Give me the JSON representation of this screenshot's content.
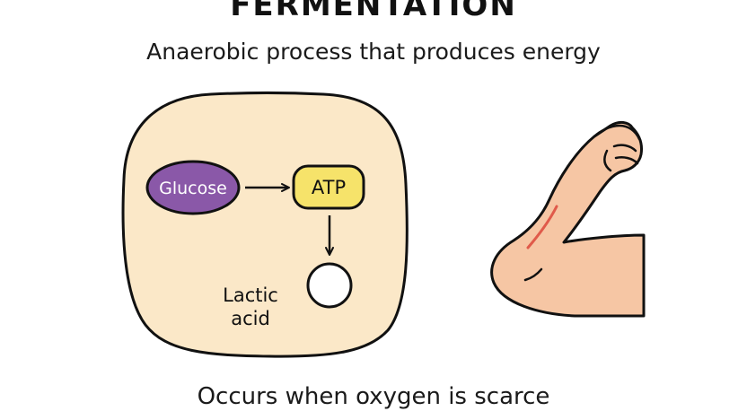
{
  "title": "FERMENTATION",
  "subtitle": "Anaerobic process that produces energy",
  "diagram": {
    "glucose_label": "Glucose",
    "atp_label": "ATP",
    "lactic_acid_line1": "Lactic",
    "lactic_acid_line2": "acid"
  },
  "footer": "Occurs when oxygen is scarce",
  "colors": {
    "cell_fill": "#fbe8c8",
    "glucose_fill": "#8a58a8",
    "atp_fill": "#f6e36a",
    "arm_skin": "#f6c6a4",
    "muscle_strain": "#e05a4a"
  },
  "icons": {
    "arm": "flexed-arm-icon"
  }
}
